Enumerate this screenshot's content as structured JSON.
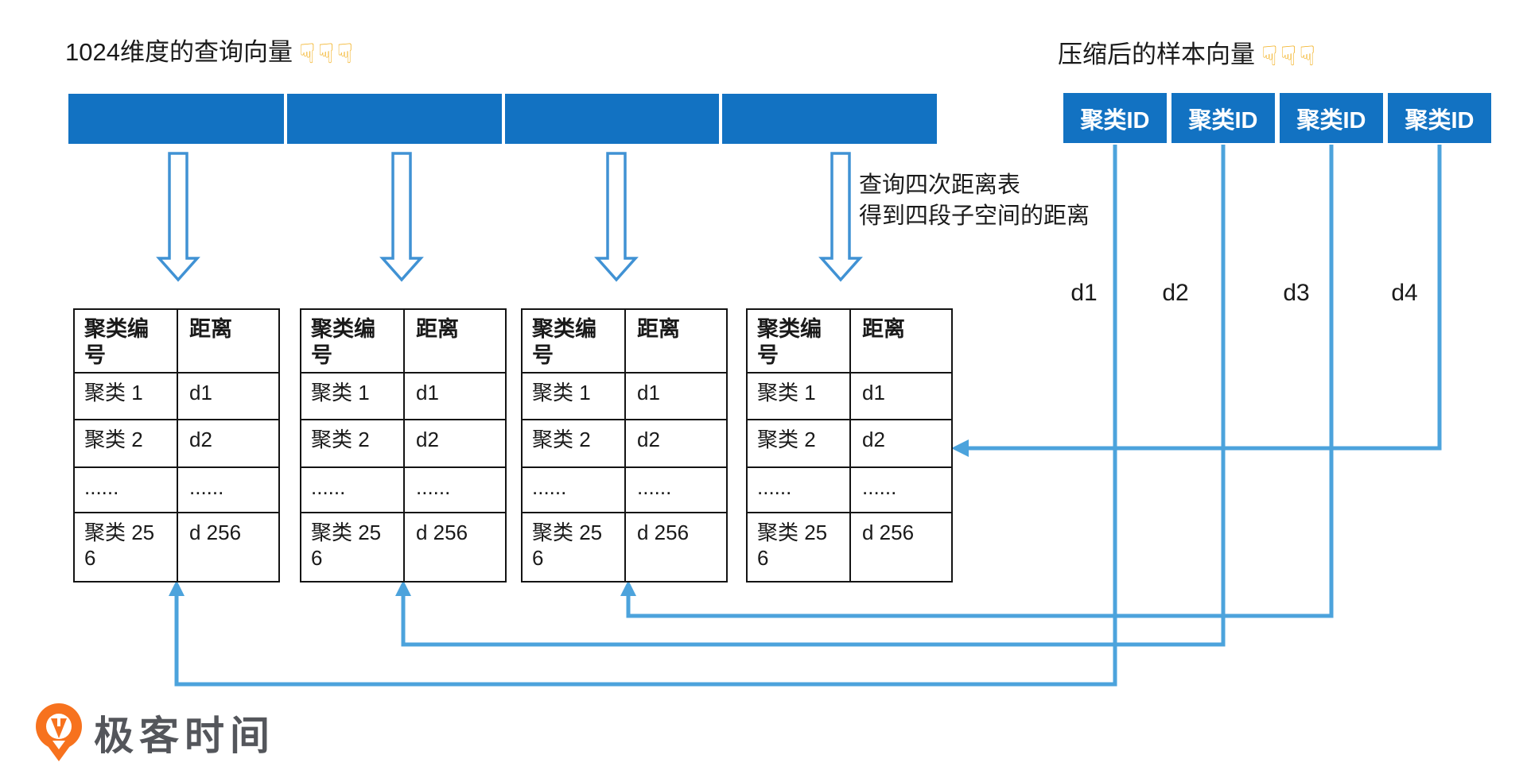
{
  "colors": {
    "bar-blue": "#1272C2",
    "connector-blue": "#4CA3DC",
    "arrow-outline-blue": "#4092D4",
    "table-border": "#141414",
    "text-dark": "#1A1A1A",
    "pointer-yellow": "#F2AF1D",
    "logo-orange": "#F7721E",
    "logo-text-gray": "#54565B"
  },
  "titles": {
    "query_vector": "1024维度的查询向量",
    "sample_vector": "压缩后的样本向量"
  },
  "pointer_icon": {
    "name": "point-down-icon",
    "glyphs": "☟☟☟"
  },
  "compressed_vector": {
    "cells": [
      "聚类ID",
      "聚类ID",
      "聚类ID",
      "聚类ID"
    ]
  },
  "annotation": {
    "line1": "查询四次距离表",
    "line2": "得到四段子空间的距离"
  },
  "distance_labels": [
    "d1",
    "d2",
    "d3",
    "d4"
  ],
  "distance_table": {
    "count": 4,
    "headers": [
      "聚类编号",
      "距离"
    ],
    "rows": [
      [
        "聚类 1",
        "d1"
      ],
      [
        "聚类 2",
        "d2"
      ],
      [
        "......",
        "......"
      ],
      [
        "聚类 256",
        "d 256"
      ]
    ]
  },
  "logo": {
    "text": "极客时间"
  }
}
